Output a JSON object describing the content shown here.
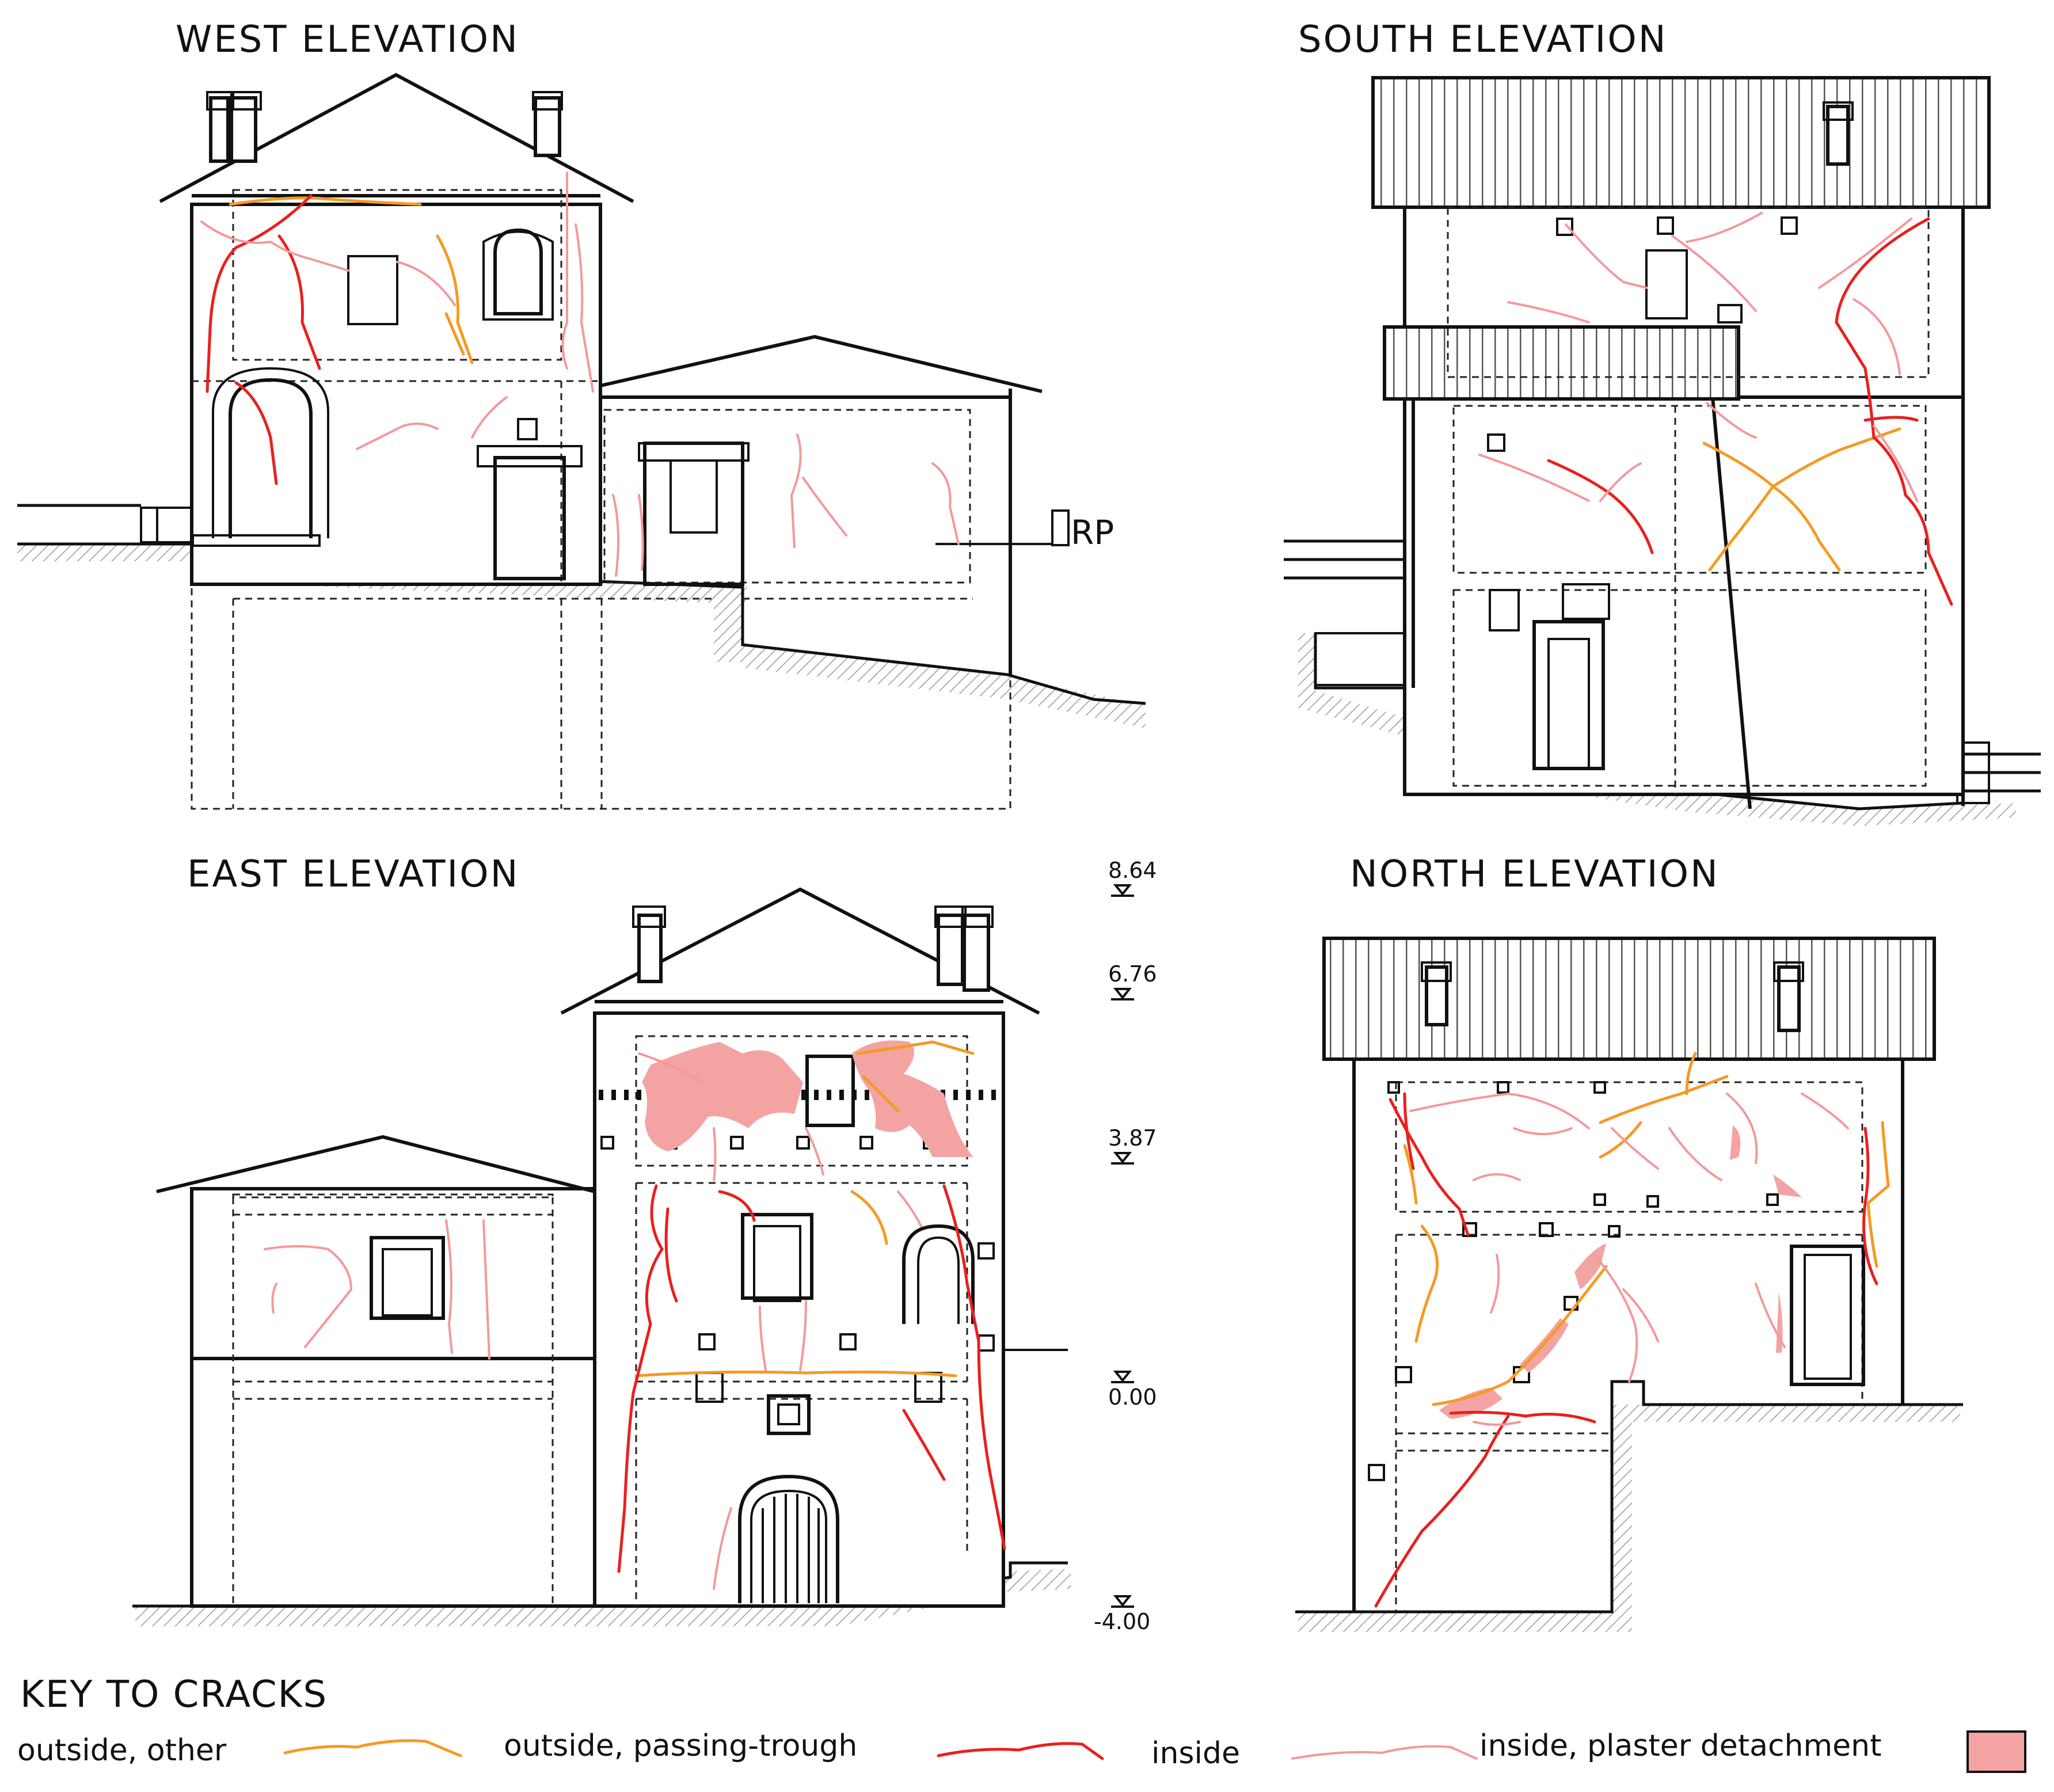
{
  "elevations": {
    "west": {
      "title": "WEST ELEVATION",
      "ref_label": "RP"
    },
    "south": {
      "title": "SOUTH ELEVATION"
    },
    "east": {
      "title": "EAST ELEVATION",
      "levels": [
        "8.64",
        "6.76",
        "3.87",
        "0.00",
        "-4.00"
      ]
    },
    "north": {
      "title": "NORTH ELEVATION"
    }
  },
  "legend": {
    "title": "KEY TO CRACKS",
    "items": [
      {
        "label": "outside, other",
        "color": "#f59a23",
        "kind": "line"
      },
      {
        "label": "outside, passing-trough",
        "color": "#e8201e",
        "kind": "line"
      },
      {
        "label": "inside",
        "color": "#f4989a",
        "kind": "line"
      },
      {
        "label": "inside, plaster detachment",
        "color": "#f4a3a3",
        "kind": "swatch"
      }
    ]
  }
}
